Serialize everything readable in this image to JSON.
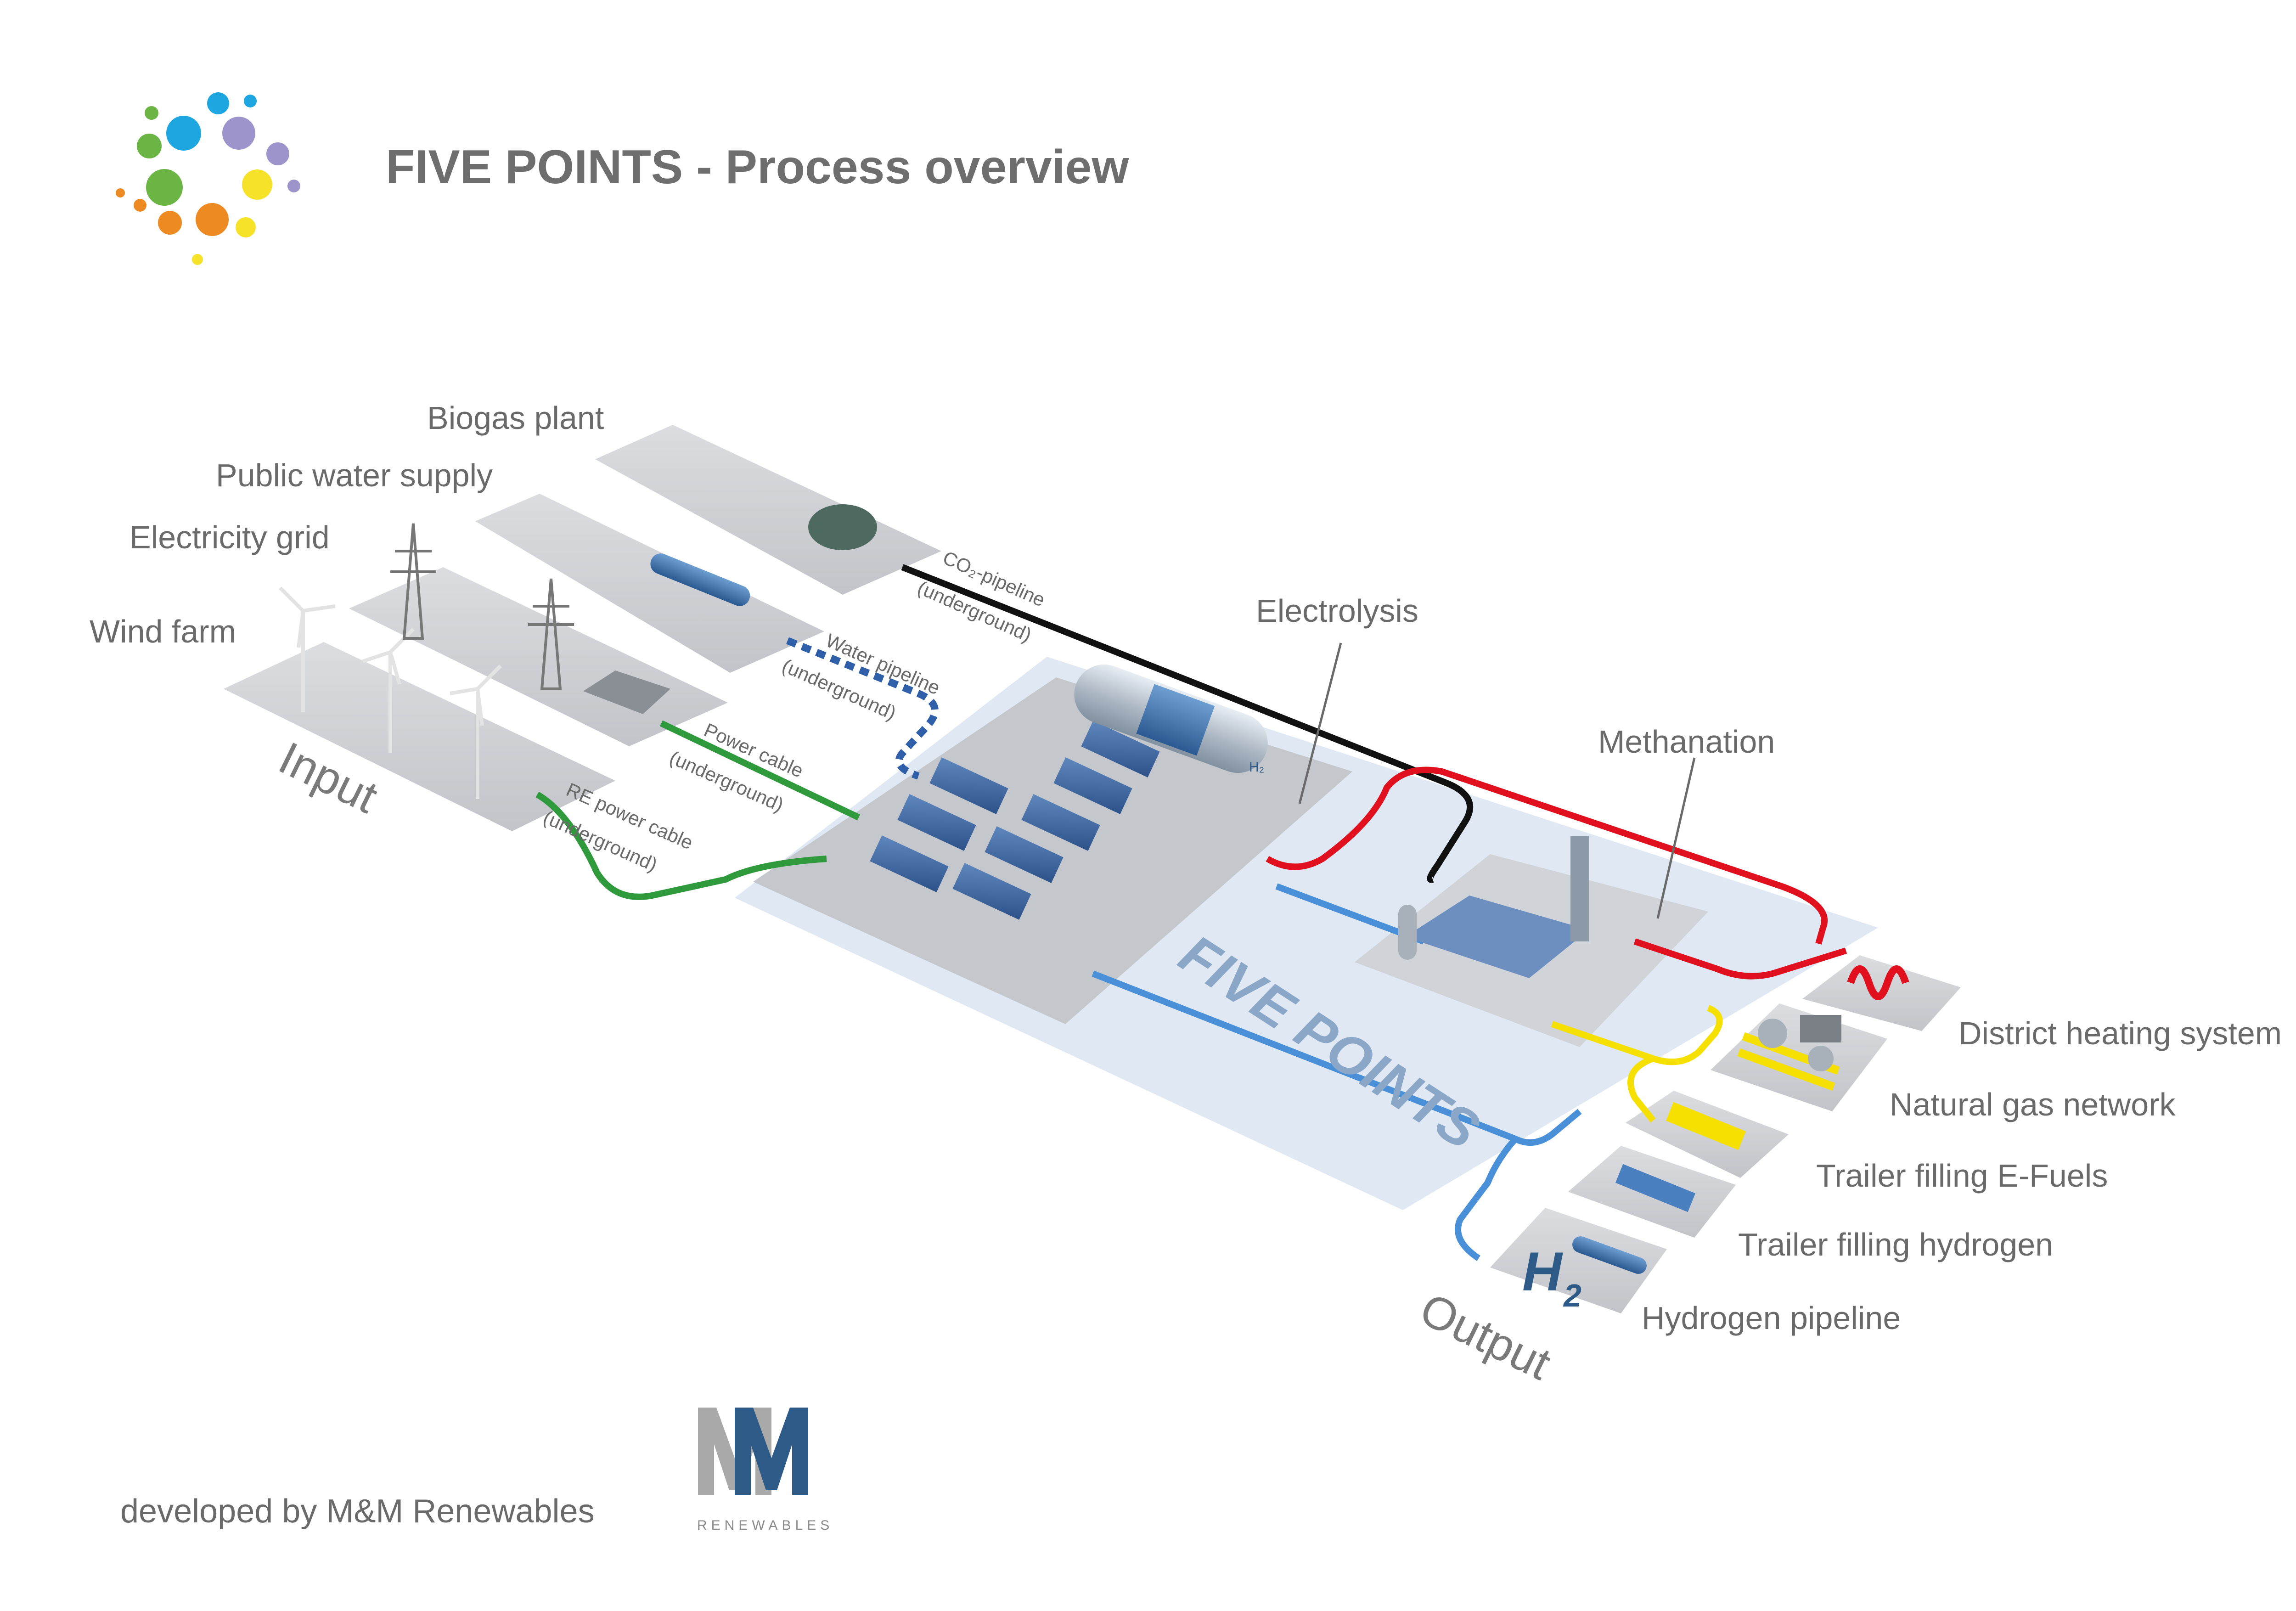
{
  "title": "FIVE POINTS - Process overview",
  "colors": {
    "co2_pipeline": "#111111",
    "water_pipeline": "#2f5fa8",
    "power_cable": "#2e9a3b",
    "hydrogen_pipeline": "#4a90d9",
    "heat_pipeline": "#e0101e",
    "gas_pipeline": "#f5e000",
    "platform": "#dde6f2",
    "brand_blue": "#2d5a86",
    "brand_grey": "#a9a9a9"
  },
  "inputs": {
    "zone_label": "Input",
    "biogas_plant": "Biogas plant",
    "public_water_supply": "Public water supply",
    "electricity_grid": "Electricity grid",
    "wind_farm": "Wind farm"
  },
  "connections": {
    "co2_pipeline": "CO₂-pipeline",
    "co2_pipeline_note": "(underground)",
    "water_pipeline": "Water pipeline",
    "water_pipeline_note": "(underground)",
    "power_cable": "Power cable",
    "power_cable_note": "(underground)",
    "re_power_cable": "RE power cable",
    "re_power_cable_note": "(underground)"
  },
  "core": {
    "platform_label": "FIVE POINTS",
    "electrolysis": "Electrolysis",
    "methanation": "Methanation",
    "h2_tank_badge": "H₂"
  },
  "outputs": {
    "zone_label": "Output",
    "district_heating": "District heating system",
    "natural_gas_network": "Natural gas network",
    "trailer_efuels": "Trailer filling E-Fuels",
    "trailer_hydrogen": "Trailer filling hydrogen",
    "hydrogen_pipeline": "Hydrogen pipeline",
    "h2_badge_main": "H",
    "h2_badge_sub": "2"
  },
  "footer": {
    "developed_by": "developed by M&M Renewables",
    "brand_letters": "MM",
    "brand_sub": "RENEWABLES"
  },
  "logo_dots": [
    {
      "color": "#1ea6e0"
    },
    {
      "color": "#1ea6e0"
    },
    {
      "color": "#1ea6e0"
    },
    {
      "color": "#6bb544"
    },
    {
      "color": "#6bb544"
    },
    {
      "color": "#6bb544"
    },
    {
      "color": "#9d94cc"
    },
    {
      "color": "#9d94cc"
    },
    {
      "color": "#9d94cc"
    },
    {
      "color": "#f7e22a"
    },
    {
      "color": "#f7e22a"
    },
    {
      "color": "#f7e22a"
    },
    {
      "color": "#ee8a22"
    },
    {
      "color": "#ee8a22"
    },
    {
      "color": "#ee8a22"
    },
    {
      "color": "#ee8a22"
    }
  ]
}
